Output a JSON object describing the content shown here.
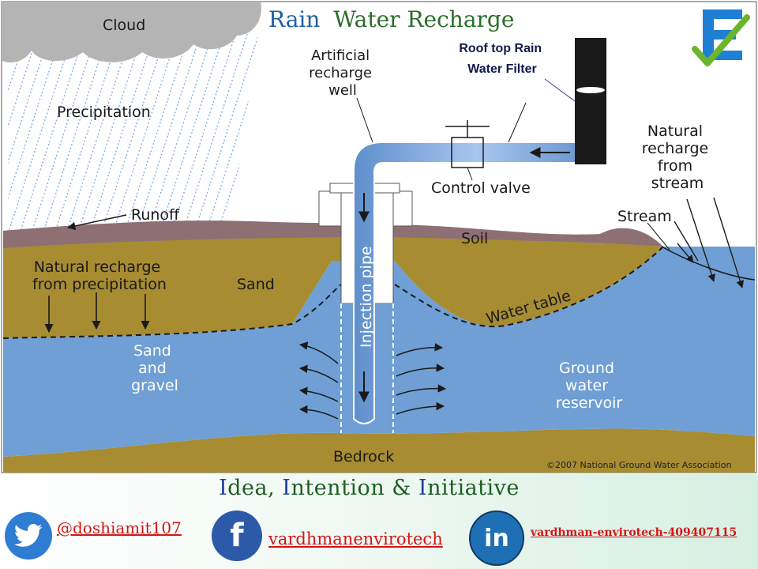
{
  "title": {
    "word1": "Rain",
    "word2": "Water Recharge"
  },
  "labels": {
    "cloud": "Cloud",
    "precipitation": "Precipitation",
    "artificial_recharge_well": [
      "Artificial",
      "recharge",
      "well"
    ],
    "roof_filter": [
      "Roof top Rain",
      "Water Filter"
    ],
    "natural_recharge_stream": [
      "Natural",
      "recharge",
      "from",
      "stream"
    ],
    "control_valve": "Control valve",
    "runoff": "Runoff",
    "stream": "Stream",
    "soil": "Soil",
    "natural_recharge_precip": [
      "Natural recharge",
      "from precipitation"
    ],
    "sand": "Sand",
    "water_table": "Water table",
    "injection_pipe": "Injection pipe",
    "sand_gravel": [
      "Sand",
      "and",
      "gravel"
    ],
    "ground_water_reservoir": [
      "Ground",
      "water",
      "reservoir"
    ],
    "bedrock": "Bedrock",
    "copyright": "©2007 National Ground Water Association"
  },
  "subtitle": {
    "w1_cap": "I",
    "w1_rest": "dea, ",
    "w2_cap": "I",
    "w2_rest": "ntention & ",
    "w3_cap": "I",
    "w3_rest": "nitiative"
  },
  "social": {
    "twitter": "@doshiamit107",
    "facebook": "vardhmanenvirotech",
    "linkedin": "vardhman-envirotech-409407115",
    "linkedin_badge": "in",
    "facebook_badge": "f"
  },
  "colors": {
    "sky": "#ffffff",
    "soil": "#8e7074",
    "sand": "#a78c32",
    "water": "#6f9fd4",
    "pipe": "#7ea8dc",
    "cloud": "#b4b4b4",
    "title_blue": "#1f5fa8",
    "title_green": "#2b6e2b",
    "handle_red": "#d21616"
  }
}
